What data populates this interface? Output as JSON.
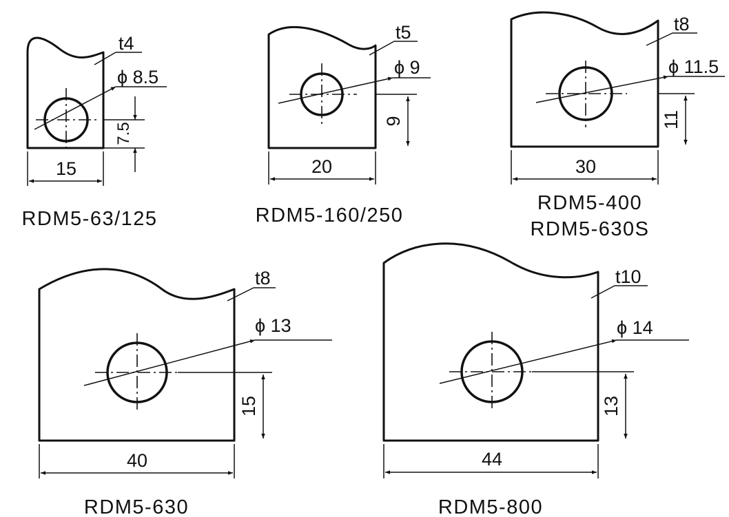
{
  "diagram": {
    "parts": [
      {
        "model_lines": [
          "RDM5-63/125"
        ],
        "thickness": "t4",
        "hole": "ϕ 8.5",
        "width": "15",
        "height": "7.5"
      },
      {
        "model_lines": [
          "RDM5-160/250"
        ],
        "thickness": "t5",
        "hole": "ϕ 9",
        "width": "20",
        "height": "9"
      },
      {
        "model_lines": [
          "RDM5-400",
          "RDM5-630S"
        ],
        "thickness": "t8",
        "hole": "ϕ 11.5",
        "width": "30",
        "height": "11"
      },
      {
        "model_lines": [
          "RDM5-630"
        ],
        "thickness": "t8",
        "hole": "ϕ 13",
        "width": "40",
        "height": "15"
      },
      {
        "model_lines": [
          "RDM5-800"
        ],
        "thickness": "t10",
        "hole": "ϕ 14",
        "width": "44",
        "height": "13"
      }
    ]
  }
}
